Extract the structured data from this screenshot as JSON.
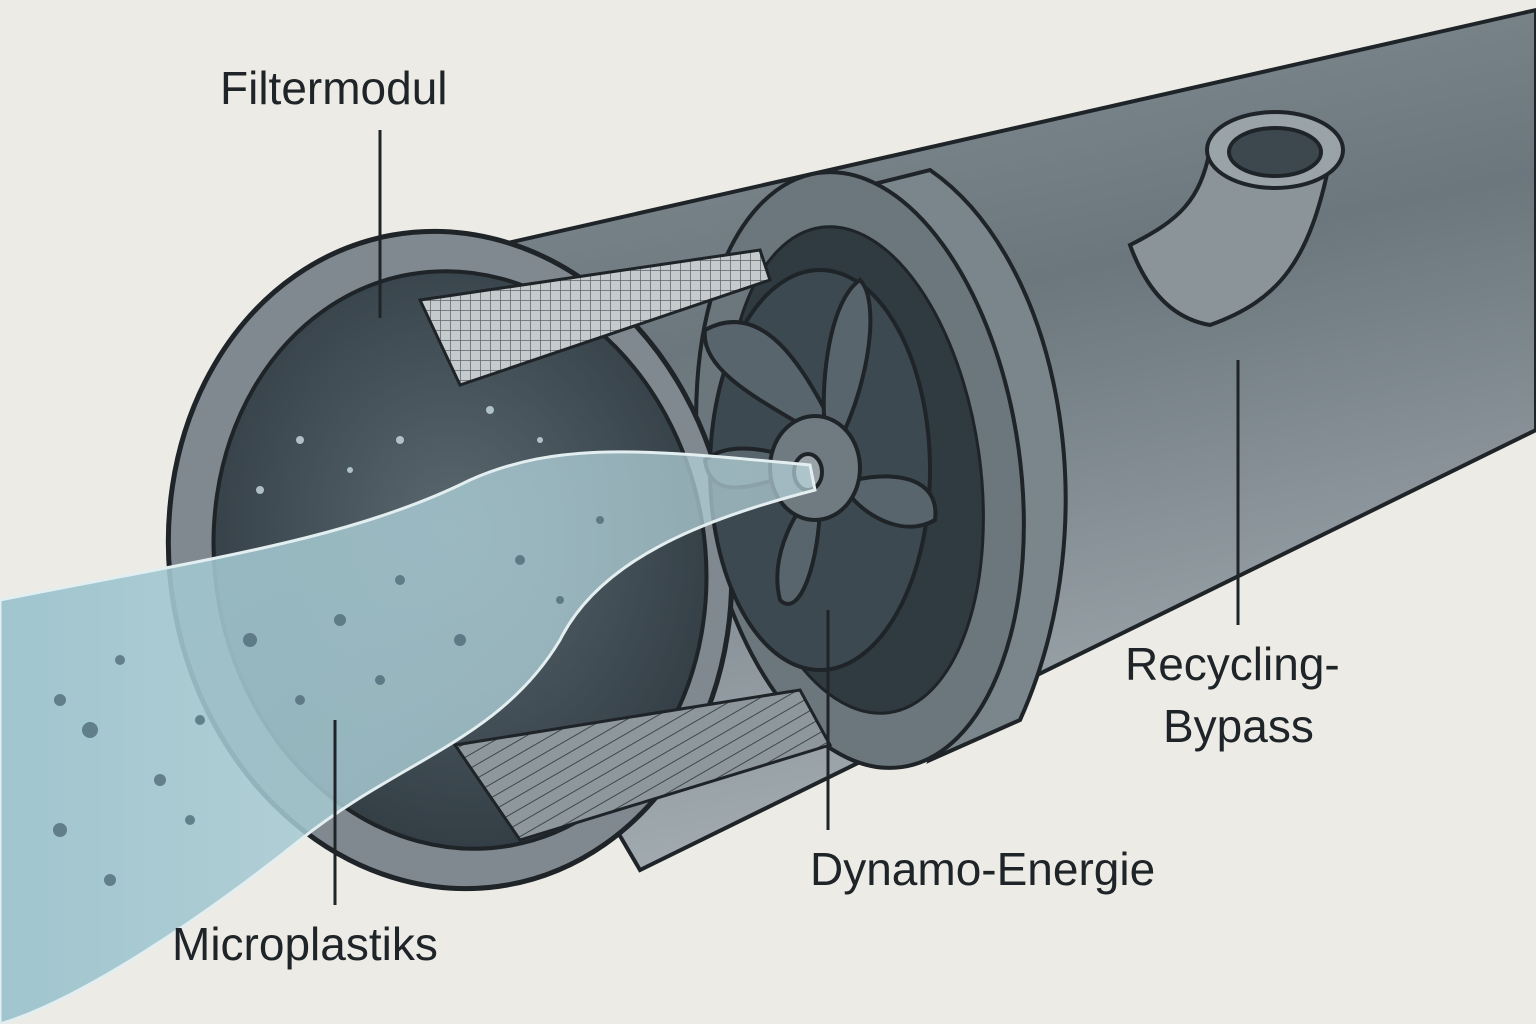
{
  "diagram": {
    "labels": {
      "filter": "Filtermodul",
      "microplastics": "Microplastiks",
      "dynamo": "Dynamo-Energie",
      "bypass_line1": "Recycling-",
      "bypass_line2": "Bypass"
    },
    "colors": {
      "background": "#ecebe6",
      "pipe": "#6e7980",
      "pipe_dark": "#3c474e",
      "water": "#9fc2cc",
      "outline": "#1f2428"
    }
  }
}
